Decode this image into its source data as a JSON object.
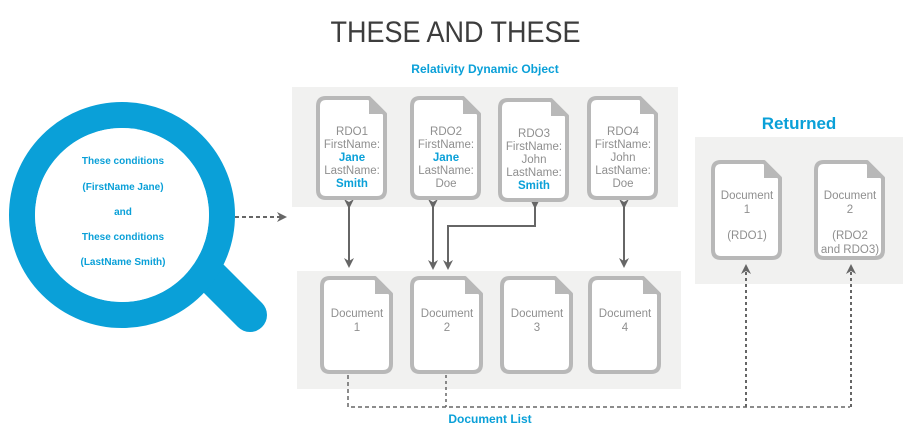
{
  "title": "THESE AND THESE",
  "rdo_section_label": "Relativity Dynamic Object",
  "returned_label": "Returned",
  "document_list_label": "Document List",
  "colors": {
    "accent": "#0aa0d8",
    "panel": "#f1f1f0",
    "doc_border": "#b8b8b8",
    "doc_text": "#8f8f8f",
    "arrow": "#666666",
    "title": "#3d3d3d"
  },
  "search": {
    "icon": "magnifying-glass-icon",
    "lines": [
      "These conditions",
      "(FirstName Jane)",
      "and",
      "These conditions",
      "(LastName Smith)"
    ]
  },
  "rdos": [
    {
      "id": "RDO1",
      "first_label": "FirstName:",
      "first": "Jane",
      "first_match": true,
      "last_label": "LastName:",
      "last": "Smith",
      "last_match": true
    },
    {
      "id": "RDO2",
      "first_label": "FirstName:",
      "first": "Jane",
      "first_match": true,
      "last_label": "LastName:",
      "last": "Doe",
      "last_match": false
    },
    {
      "id": "RDO3",
      "first_label": "FirstName:",
      "first": "John",
      "first_match": false,
      "last_label": "LastName:",
      "last": "Smith",
      "last_match": true
    },
    {
      "id": "RDO4",
      "first_label": "FirstName:",
      "first": "John",
      "first_match": false,
      "last_label": "LastName:",
      "last": "Doe",
      "last_match": false
    }
  ],
  "documents": [
    {
      "name": "Document",
      "num": "1"
    },
    {
      "name": "Document",
      "num": "2"
    },
    {
      "name": "Document",
      "num": "3"
    },
    {
      "name": "Document",
      "num": "4"
    }
  ],
  "returned": [
    {
      "name": "Document",
      "num": "1",
      "note_lines": [
        "(RDO1)"
      ]
    },
    {
      "name": "Document",
      "num": "2",
      "note_lines": [
        "(RDO2",
        "and RDO3)"
      ]
    }
  ],
  "links": [
    {
      "from": "RDO1",
      "to": "Document 1"
    },
    {
      "from": "RDO2",
      "to": "Document 2"
    },
    {
      "from": "RDO3",
      "to": "Document 2"
    },
    {
      "from": "RDO4",
      "to": "Document 4"
    }
  ]
}
